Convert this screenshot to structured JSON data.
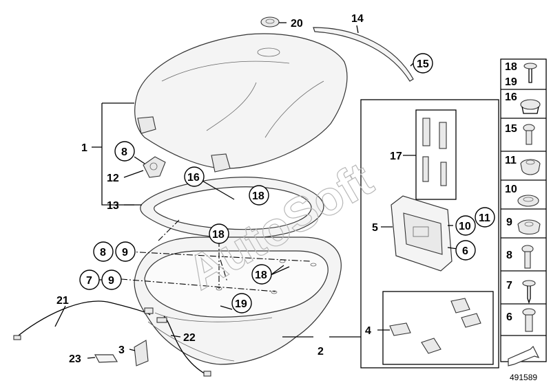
{
  "watermark": "AutoSoft",
  "reference_number": "491589",
  "callouts": {
    "c1": "1",
    "c2": "2",
    "c3": "3",
    "c4": "4",
    "c5": "5",
    "c6": "6",
    "c7": "7",
    "c8": "8",
    "c9": "9",
    "c10": "10",
    "c11": "11",
    "c12": "12",
    "c13": "13",
    "c14": "14",
    "c15": "15",
    "c16": "16",
    "c17": "17",
    "c18": "18",
    "c19": "19",
    "c20": "20",
    "c21": "21",
    "c22": "22",
    "c23": "23"
  },
  "sidebar_parts": [
    {
      "label": "18",
      "sub": "19",
      "icon": "screw-icon"
    },
    {
      "label": "16",
      "icon": "plug-icon"
    },
    {
      "label": "15",
      "icon": "short-bolt-icon"
    },
    {
      "label": "11",
      "icon": "rubber-grommet-icon"
    },
    {
      "label": "10",
      "icon": "washer-icon"
    },
    {
      "label": "9",
      "icon": "bushing-icon"
    },
    {
      "label": "8",
      "icon": "hex-bolt-icon"
    },
    {
      "label": "7",
      "icon": "self-tapping-screw-icon"
    },
    {
      "label": "6",
      "icon": "shoulder-bolt-icon"
    }
  ]
}
